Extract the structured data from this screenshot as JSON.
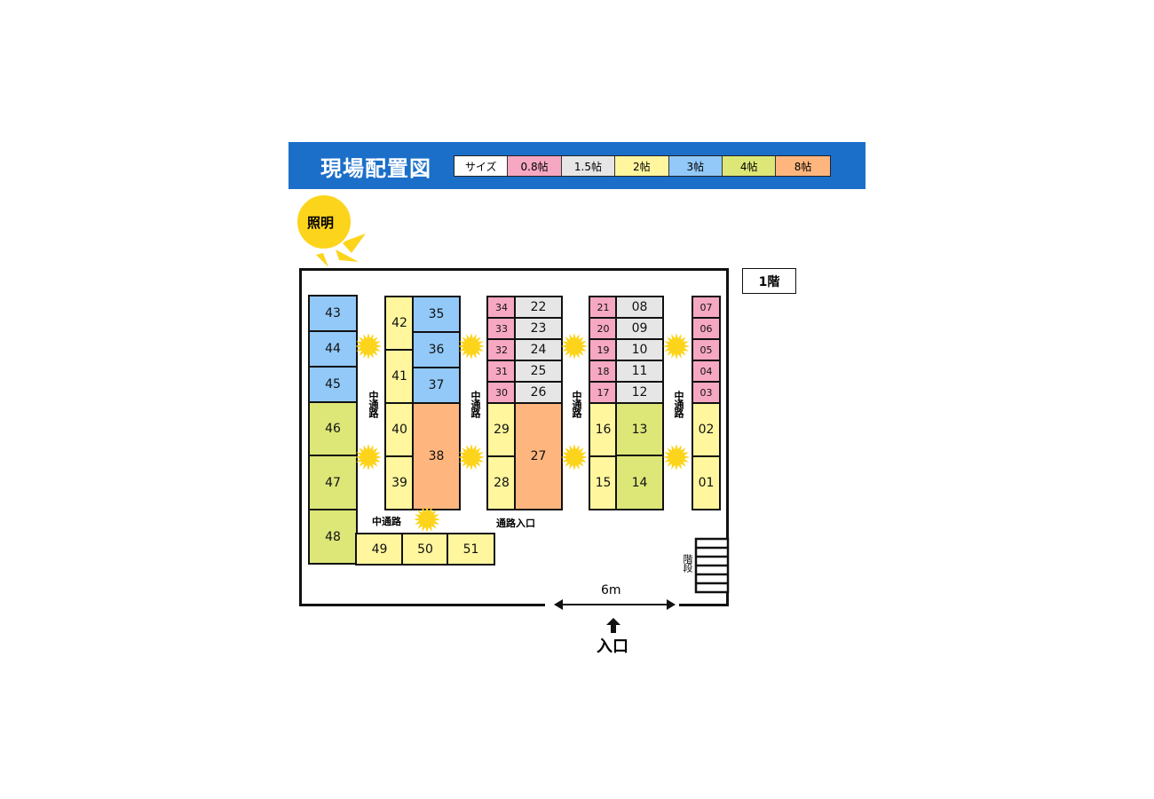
{
  "header": {
    "title": "現場配置図"
  },
  "legend": {
    "label": "サイズ",
    "sizes": [
      {
        "name": "0.8帖",
        "color": "#f6a8c2"
      },
      {
        "name": "1.5帖",
        "color": "#e6e6e6"
      },
      {
        "name": "2帖",
        "color": "#fff69e"
      },
      {
        "name": "3帖",
        "color": "#92c9f8"
      },
      {
        "name": "4帖",
        "color": "#dce778"
      },
      {
        "name": "8帖",
        "color": "#ffb67e"
      }
    ]
  },
  "lighting_badge": "照明",
  "floor_label": "1階",
  "aisle_label": "中通路",
  "aisle_entrance_label": "通路入口",
  "stairs_label": "階段",
  "entrance": {
    "width": "6m",
    "label": "入口"
  },
  "units": [
    {
      "no": "43",
      "size": "3帖"
    },
    {
      "no": "44",
      "size": "3帖"
    },
    {
      "no": "45",
      "size": "3帖"
    },
    {
      "no": "46",
      "size": "4帖"
    },
    {
      "no": "47",
      "size": "4帖"
    },
    {
      "no": "48",
      "size": "4帖"
    },
    {
      "no": "49",
      "size": "2帖"
    },
    {
      "no": "50",
      "size": "2帖"
    },
    {
      "no": "51",
      "size": "2帖"
    },
    {
      "no": "42",
      "size": "2帖"
    },
    {
      "no": "41",
      "size": "2帖"
    },
    {
      "no": "40",
      "size": "2帖"
    },
    {
      "no": "39",
      "size": "2帖"
    },
    {
      "no": "35",
      "size": "3帖"
    },
    {
      "no": "36",
      "size": "3帖"
    },
    {
      "no": "37",
      "size": "3帖"
    },
    {
      "no": "38",
      "size": "8帖"
    },
    {
      "no": "34",
      "size": "0.8帖"
    },
    {
      "no": "33",
      "size": "0.8帖"
    },
    {
      "no": "32",
      "size": "0.8帖"
    },
    {
      "no": "31",
      "size": "0.8帖"
    },
    {
      "no": "30",
      "size": "0.8帖"
    },
    {
      "no": "22",
      "size": "1.5帖"
    },
    {
      "no": "23",
      "size": "1.5帖"
    },
    {
      "no": "24",
      "size": "1.5帖"
    },
    {
      "no": "25",
      "size": "1.5帖"
    },
    {
      "no": "26",
      "size": "1.5帖"
    },
    {
      "no": "29",
      "size": "2帖"
    },
    {
      "no": "28",
      "size": "2帖"
    },
    {
      "no": "27",
      "size": "8帖"
    },
    {
      "no": "21",
      "size": "0.8帖"
    },
    {
      "no": "20",
      "size": "0.8帖"
    },
    {
      "no": "19",
      "size": "0.8帖"
    },
    {
      "no": "18",
      "size": "0.8帖"
    },
    {
      "no": "17",
      "size": "0.8帖"
    },
    {
      "no": "08",
      "size": "1.5帖"
    },
    {
      "no": "09",
      "size": "1.5帖"
    },
    {
      "no": "10",
      "size": "1.5帖"
    },
    {
      "no": "11",
      "size": "1.5帖"
    },
    {
      "no": "12",
      "size": "1.5帖"
    },
    {
      "no": "16",
      "size": "2帖"
    },
    {
      "no": "15",
      "size": "2帖"
    },
    {
      "no": "13",
      "size": "4帖"
    },
    {
      "no": "14",
      "size": "4帖"
    },
    {
      "no": "07",
      "size": "0.8帖"
    },
    {
      "no": "06",
      "size": "0.8帖"
    },
    {
      "no": "05",
      "size": "0.8帖"
    },
    {
      "no": "04",
      "size": "0.8帖"
    },
    {
      "no": "03",
      "size": "0.8帖"
    },
    {
      "no": "02",
      "size": "2帖"
    },
    {
      "no": "01",
      "size": "2帖"
    }
  ]
}
